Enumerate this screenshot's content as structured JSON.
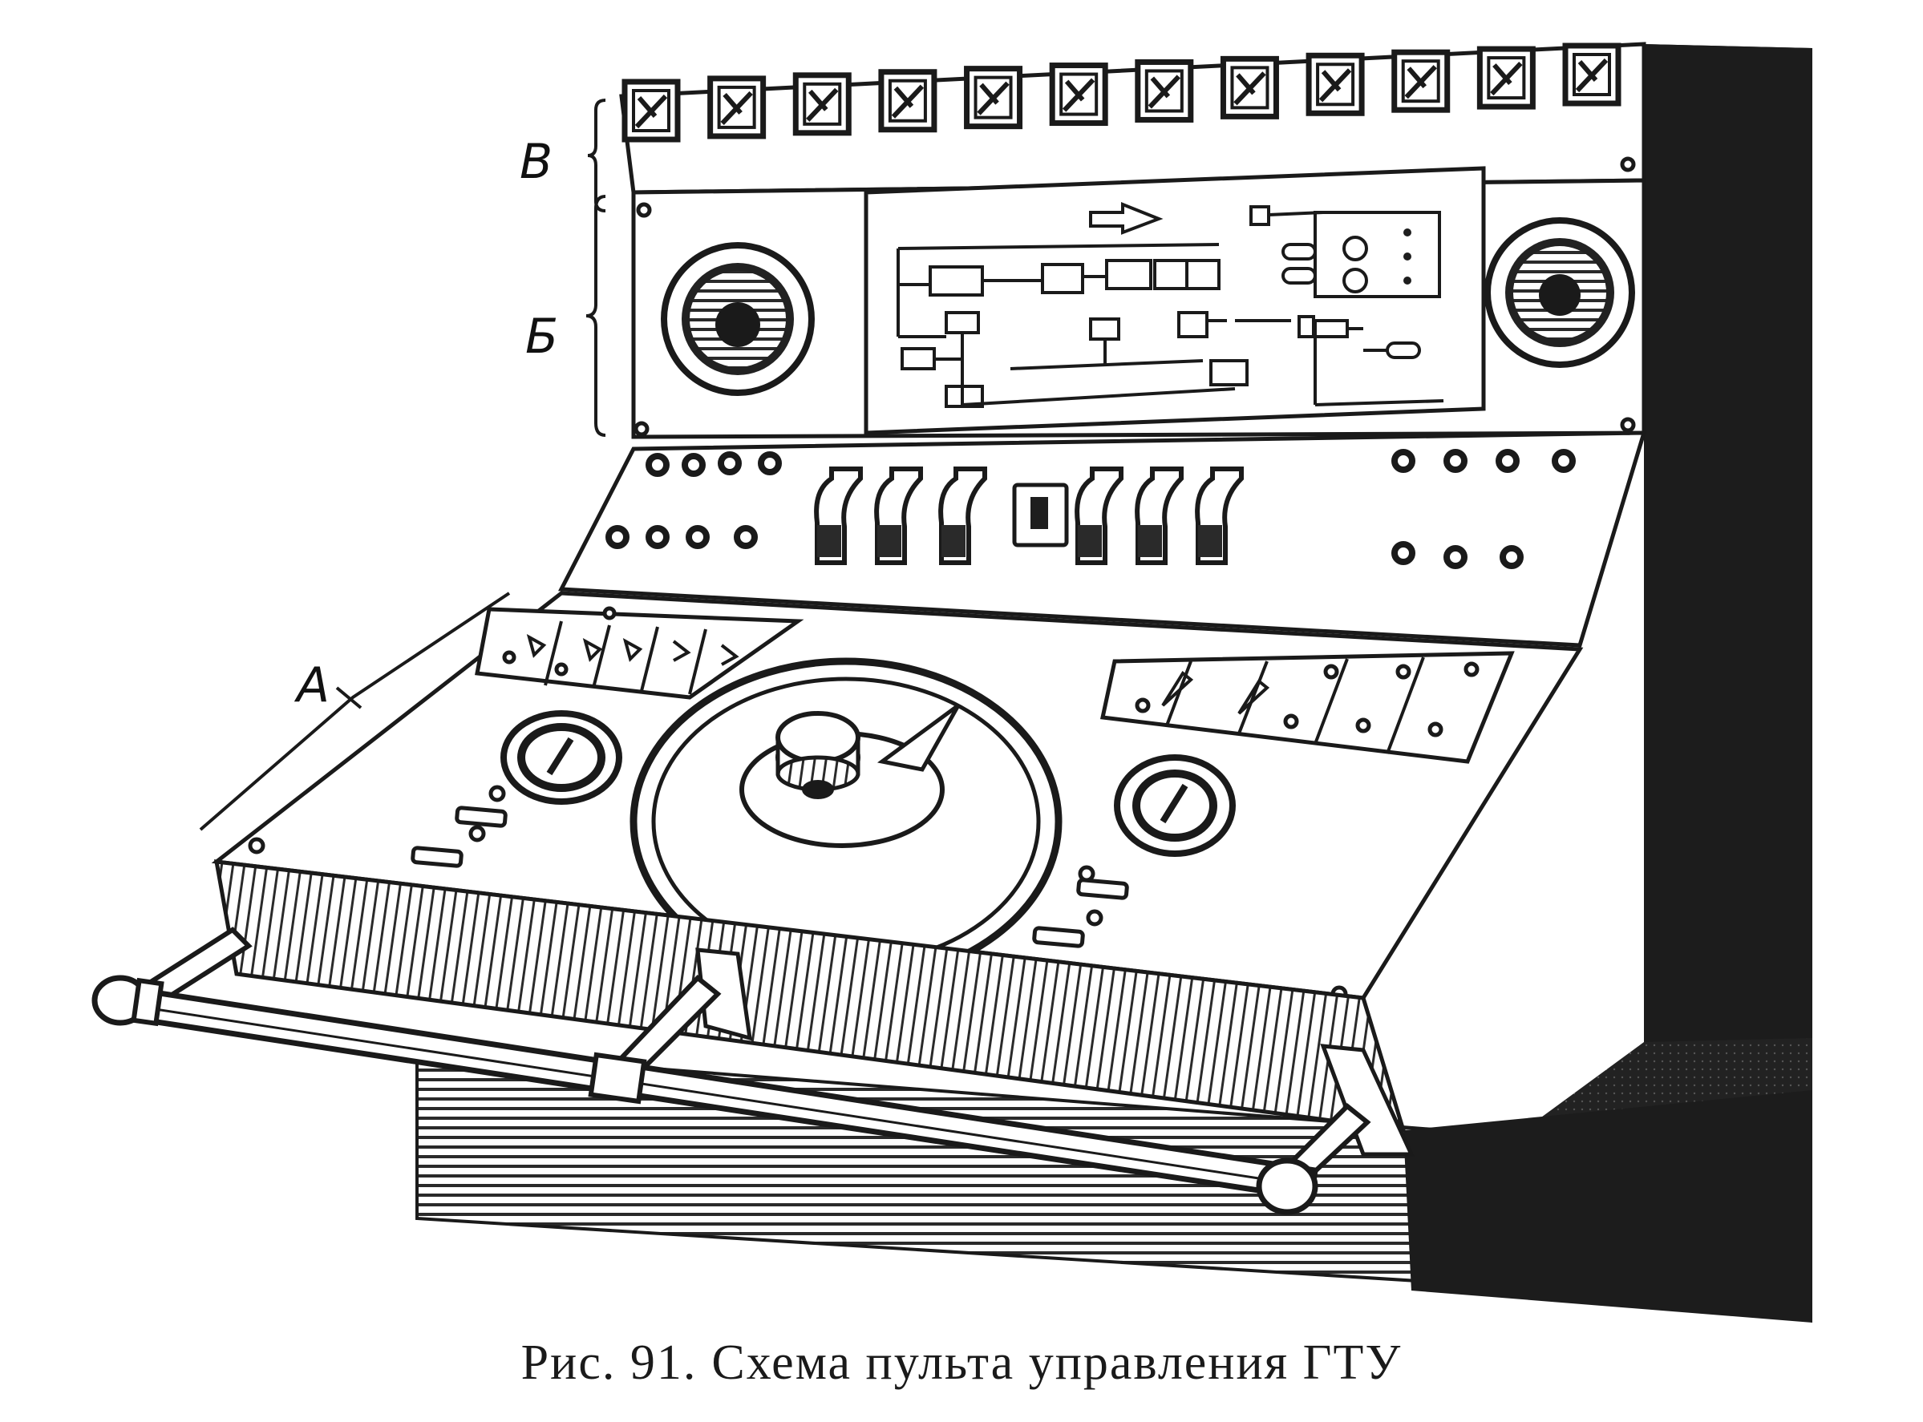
{
  "figure": {
    "caption_prefix": "Рис. 91.",
    "caption_text": "Схема пульта управления ГТУ"
  },
  "section_labels": {
    "a": "А",
    "b": "Б",
    "v": "В"
  },
  "indicator_lamp_count": 12,
  "colors": {
    "ink": "#1e1e1e",
    "paper": "#ffffff"
  }
}
